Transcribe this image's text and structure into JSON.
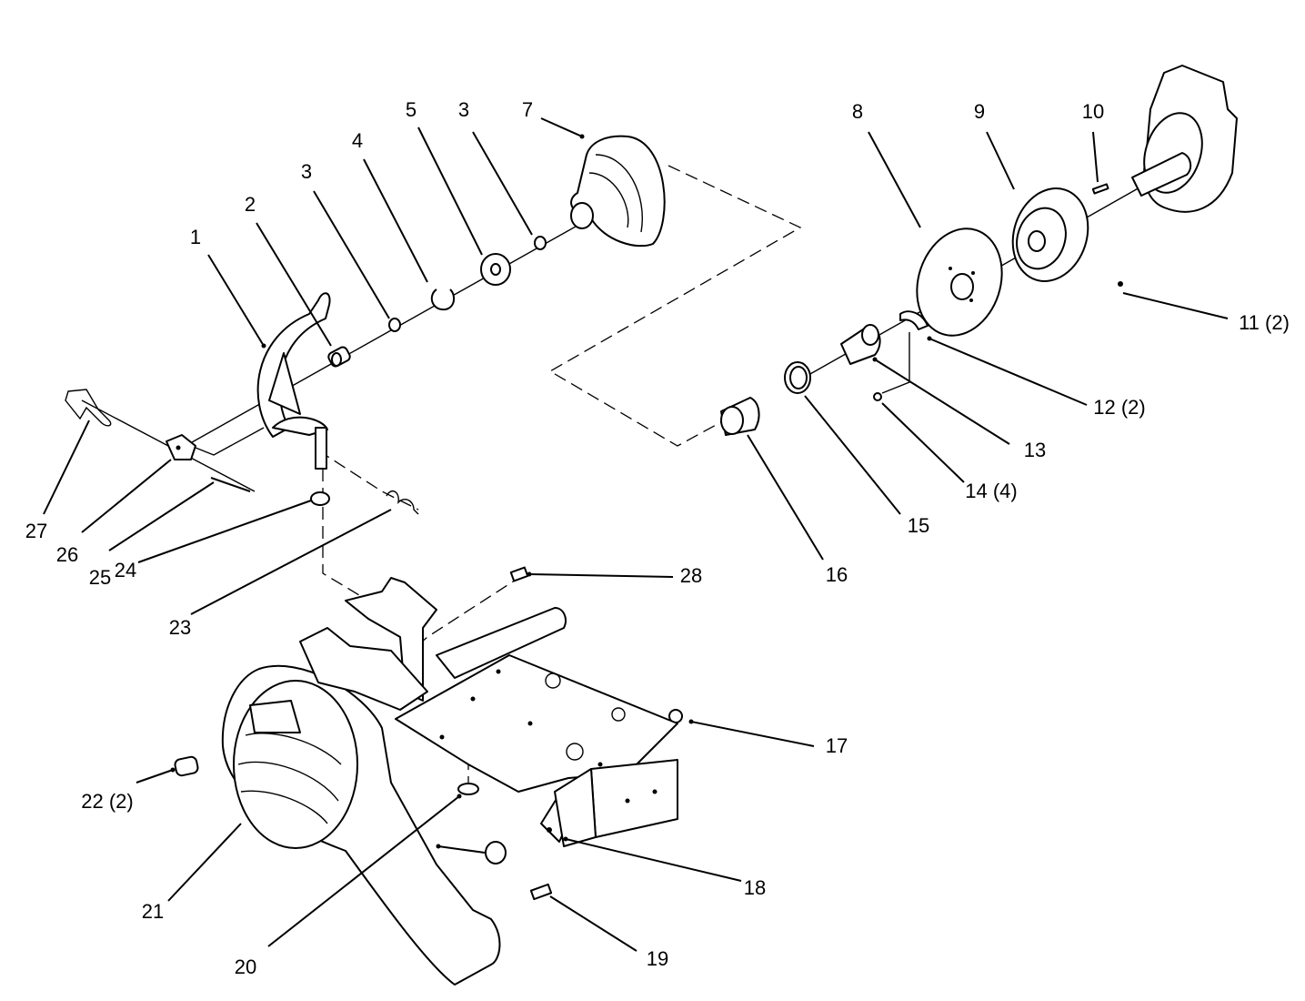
{
  "callouts": [
    {
      "id": "c1",
      "text": "1"
    },
    {
      "id": "c2",
      "text": "2"
    },
    {
      "id": "c3a",
      "text": "3"
    },
    {
      "id": "c4",
      "text": "4"
    },
    {
      "id": "c5",
      "text": "5"
    },
    {
      "id": "c3b",
      "text": "3"
    },
    {
      "id": "c7",
      "text": "7"
    },
    {
      "id": "c8",
      "text": "8"
    },
    {
      "id": "c9",
      "text": "9"
    },
    {
      "id": "c10",
      "text": "10"
    },
    {
      "id": "c11",
      "text": "11 (2)"
    },
    {
      "id": "c12",
      "text": "12 (2)"
    },
    {
      "id": "c13",
      "text": "13"
    },
    {
      "id": "c14",
      "text": "14 (4)"
    },
    {
      "id": "c15",
      "text": "15"
    },
    {
      "id": "c16",
      "text": "16"
    },
    {
      "id": "c17",
      "text": "17"
    },
    {
      "id": "c18",
      "text": "18"
    },
    {
      "id": "c19",
      "text": "19"
    },
    {
      "id": "c20",
      "text": "20"
    },
    {
      "id": "c21",
      "text": "21"
    },
    {
      "id": "c22",
      "text": "22 (2)"
    },
    {
      "id": "c23",
      "text": "23"
    },
    {
      "id": "c24",
      "text": "24"
    },
    {
      "id": "c25",
      "text": "25"
    },
    {
      "id": "c26",
      "text": "26"
    },
    {
      "id": "c27",
      "text": "27"
    },
    {
      "id": "c28",
      "text": "28"
    }
  ]
}
